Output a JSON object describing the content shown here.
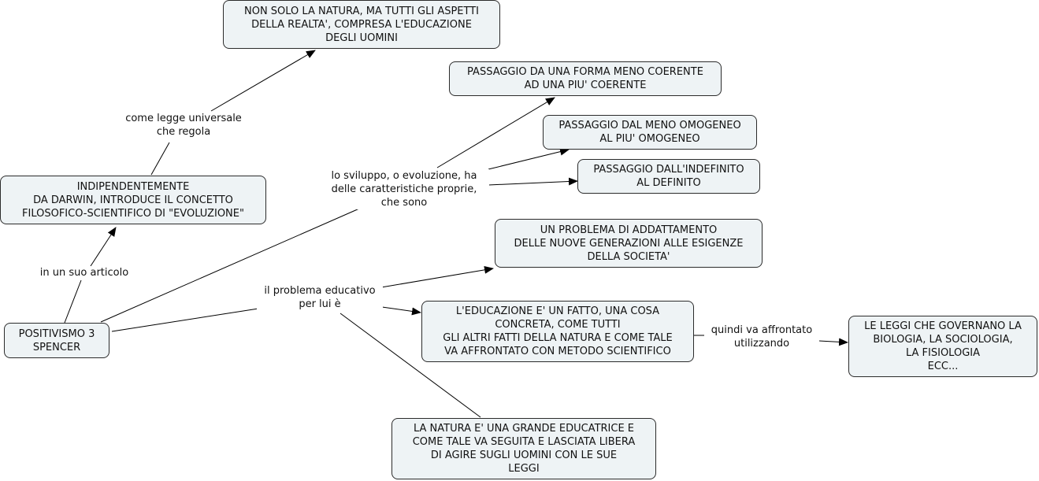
{
  "concepts": {
    "root": "POSITIVISMO  3\nSPENCER",
    "darwin": "INDIPENDENTEMENTE\nDA DARWIN, INTRODUCE IL CONCETTO\nFILOSOFICO-SCIENTIFICO DI \"EVOLUZIONE\"",
    "natura_realta": "NON SOLO LA NATURA, MA TUTTI GLI ASPETTI\nDELLA REALTA', COMPRESA L'EDUCAZIONE\nDEGLI UOMINI",
    "coerente": "PASSAGGIO DA UNA FORMA MENO COERENTE\nAD UNA PIU' COERENTE",
    "omogeneo": "PASSAGGIO DAL MENO OMOGENEO\nAL PIU' OMOGENEO",
    "definito": "PASSAGGIO DALL'INDEFINITO\nAL DEFINITO",
    "adattamento": "UN PROBLEMA DI ADDATTAMENTO\nDELLE NUOVE GENERAZIONI ALLE ESIGENZE\nDELLA SOCIETA'",
    "fatto": "L'EDUCAZIONE E' UN FATTO, UNA COSA\nCONCRETA, COME TUTTI\nGLI ALTRI FATTI DELLA NATURA E COME TALE\nVA AFFRONTATO CON METODO SCIENTIFICO",
    "leggi": "LE LEGGI CHE GOVERNANO LA\nBIOLOGIA, LA SOCIOLOGIA,\nLA FISIOLOGIA\nECC...",
    "educatrice": "LA NATURA E' UNA GRANDE EDUCATRICE E\nCOME TALE VA SEGUITA E LASCIATA LIBERA\nDI AGIRE SUGLI UOMINI CON LE SUE\nLEGGI"
  },
  "linking_phrases": {
    "articolo": "in un suo articolo",
    "legge": "come legge universale\nche regola",
    "sviluppo": "lo sviluppo, o evoluzione, ha\ndelle caratteristiche proprie,\nche sono",
    "problema": "il problema educativo\nper lui è",
    "quindi": "quindi va affrontato\nutilizzando"
  },
  "colors": {
    "node_fill": "#eef3f5",
    "node_border": "#2b2b2b",
    "line": "#000000"
  }
}
